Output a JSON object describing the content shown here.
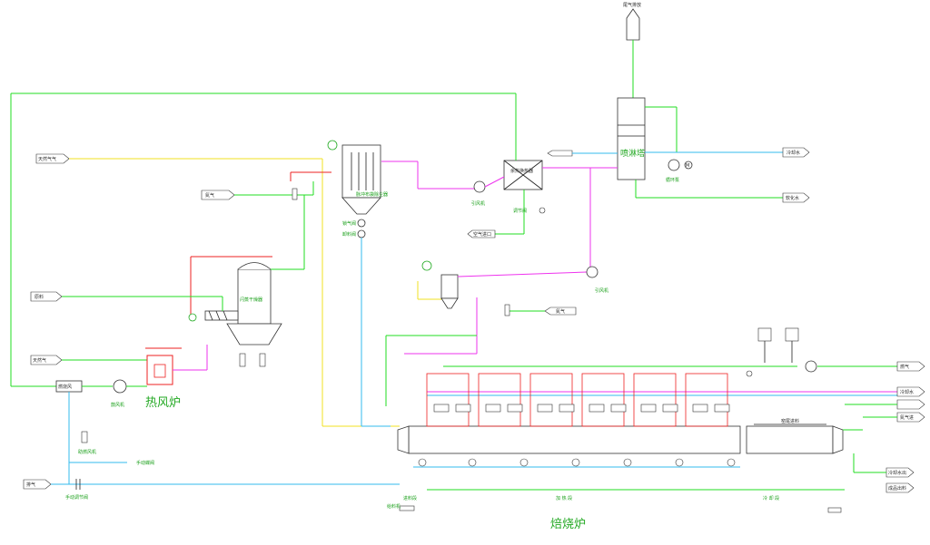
{
  "diagram": {
    "labels": {
      "exhaust_out": "尾气排放",
      "natural_gas_top": "天然气气",
      "nitrogen_1": "氮气",
      "material_in": "原料",
      "natural_gas": "天然气",
      "combustion_air": "燃烧风",
      "blower": "鼓风机",
      "hot_air_furnace": "热风炉",
      "exhaust_to": "排气",
      "bag_filter": "脉冲布袋除尘器",
      "lock_valve": "锁气阀",
      "discharge_valve": "卸料阀",
      "induced_fan_1": "引风机",
      "heat_exchanger": "余热换热器",
      "air_in": "空气进口",
      "check_valve": "调节阀",
      "spray_tower": "喷淋塔",
      "water_pump": "循环泵",
      "cooling_water": "冷却水",
      "soft_water": "软化水",
      "induced_fan_2": "引风机",
      "nitrogen_2": "氮气",
      "spray_dryer": "闪蒸干燥器",
      "combust_fan": "助燃风机",
      "manual_valve": "手动蝶阀",
      "manual_valve2": "手动调节阀",
      "gas_out": "燃气",
      "water_in": "冷却水",
      "water_out": "冷却水出",
      "n2_in": "氮气进",
      "product_out": "成品出料",
      "kiln_feed": "窑尾进料",
      "kiln_zone_heat": "加 热 段",
      "kiln_zone_cool": "冷 却 段",
      "kiln_zone_feed": "进料段",
      "rotary_kiln": "焙烧炉",
      "feeder": "给料机",
      "motor_m": "M"
    }
  }
}
